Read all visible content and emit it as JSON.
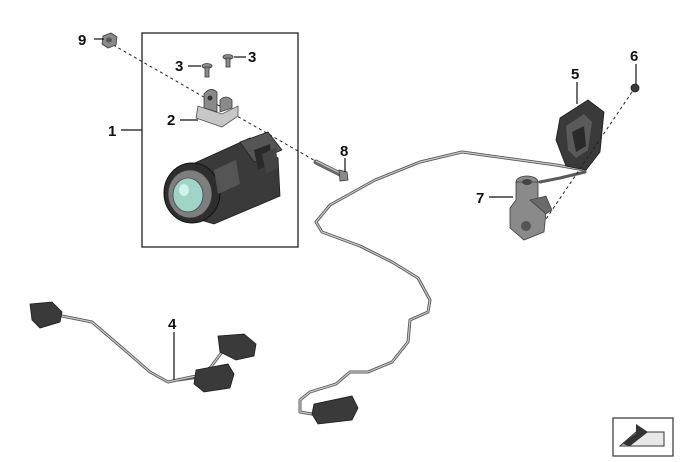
{
  "callouts": [
    {
      "id": "1",
      "label": "1"
    },
    {
      "id": "2",
      "label": "2"
    },
    {
      "id": "3a",
      "label": "3"
    },
    {
      "id": "3b",
      "label": "3"
    },
    {
      "id": "4",
      "label": "4"
    },
    {
      "id": "5",
      "label": "5"
    },
    {
      "id": "6",
      "label": "6"
    },
    {
      "id": "7",
      "label": "7"
    },
    {
      "id": "8",
      "label": "8"
    },
    {
      "id": "9",
      "label": "9"
    }
  ],
  "colors": {
    "line": "#111111",
    "part_dark": "#3a3a3a",
    "part_mid": "#8a8a8a",
    "part_light": "#c7c7c7",
    "lens": "#9fd4c6"
  },
  "icons": {
    "navigation": "page-arrow-icon"
  }
}
